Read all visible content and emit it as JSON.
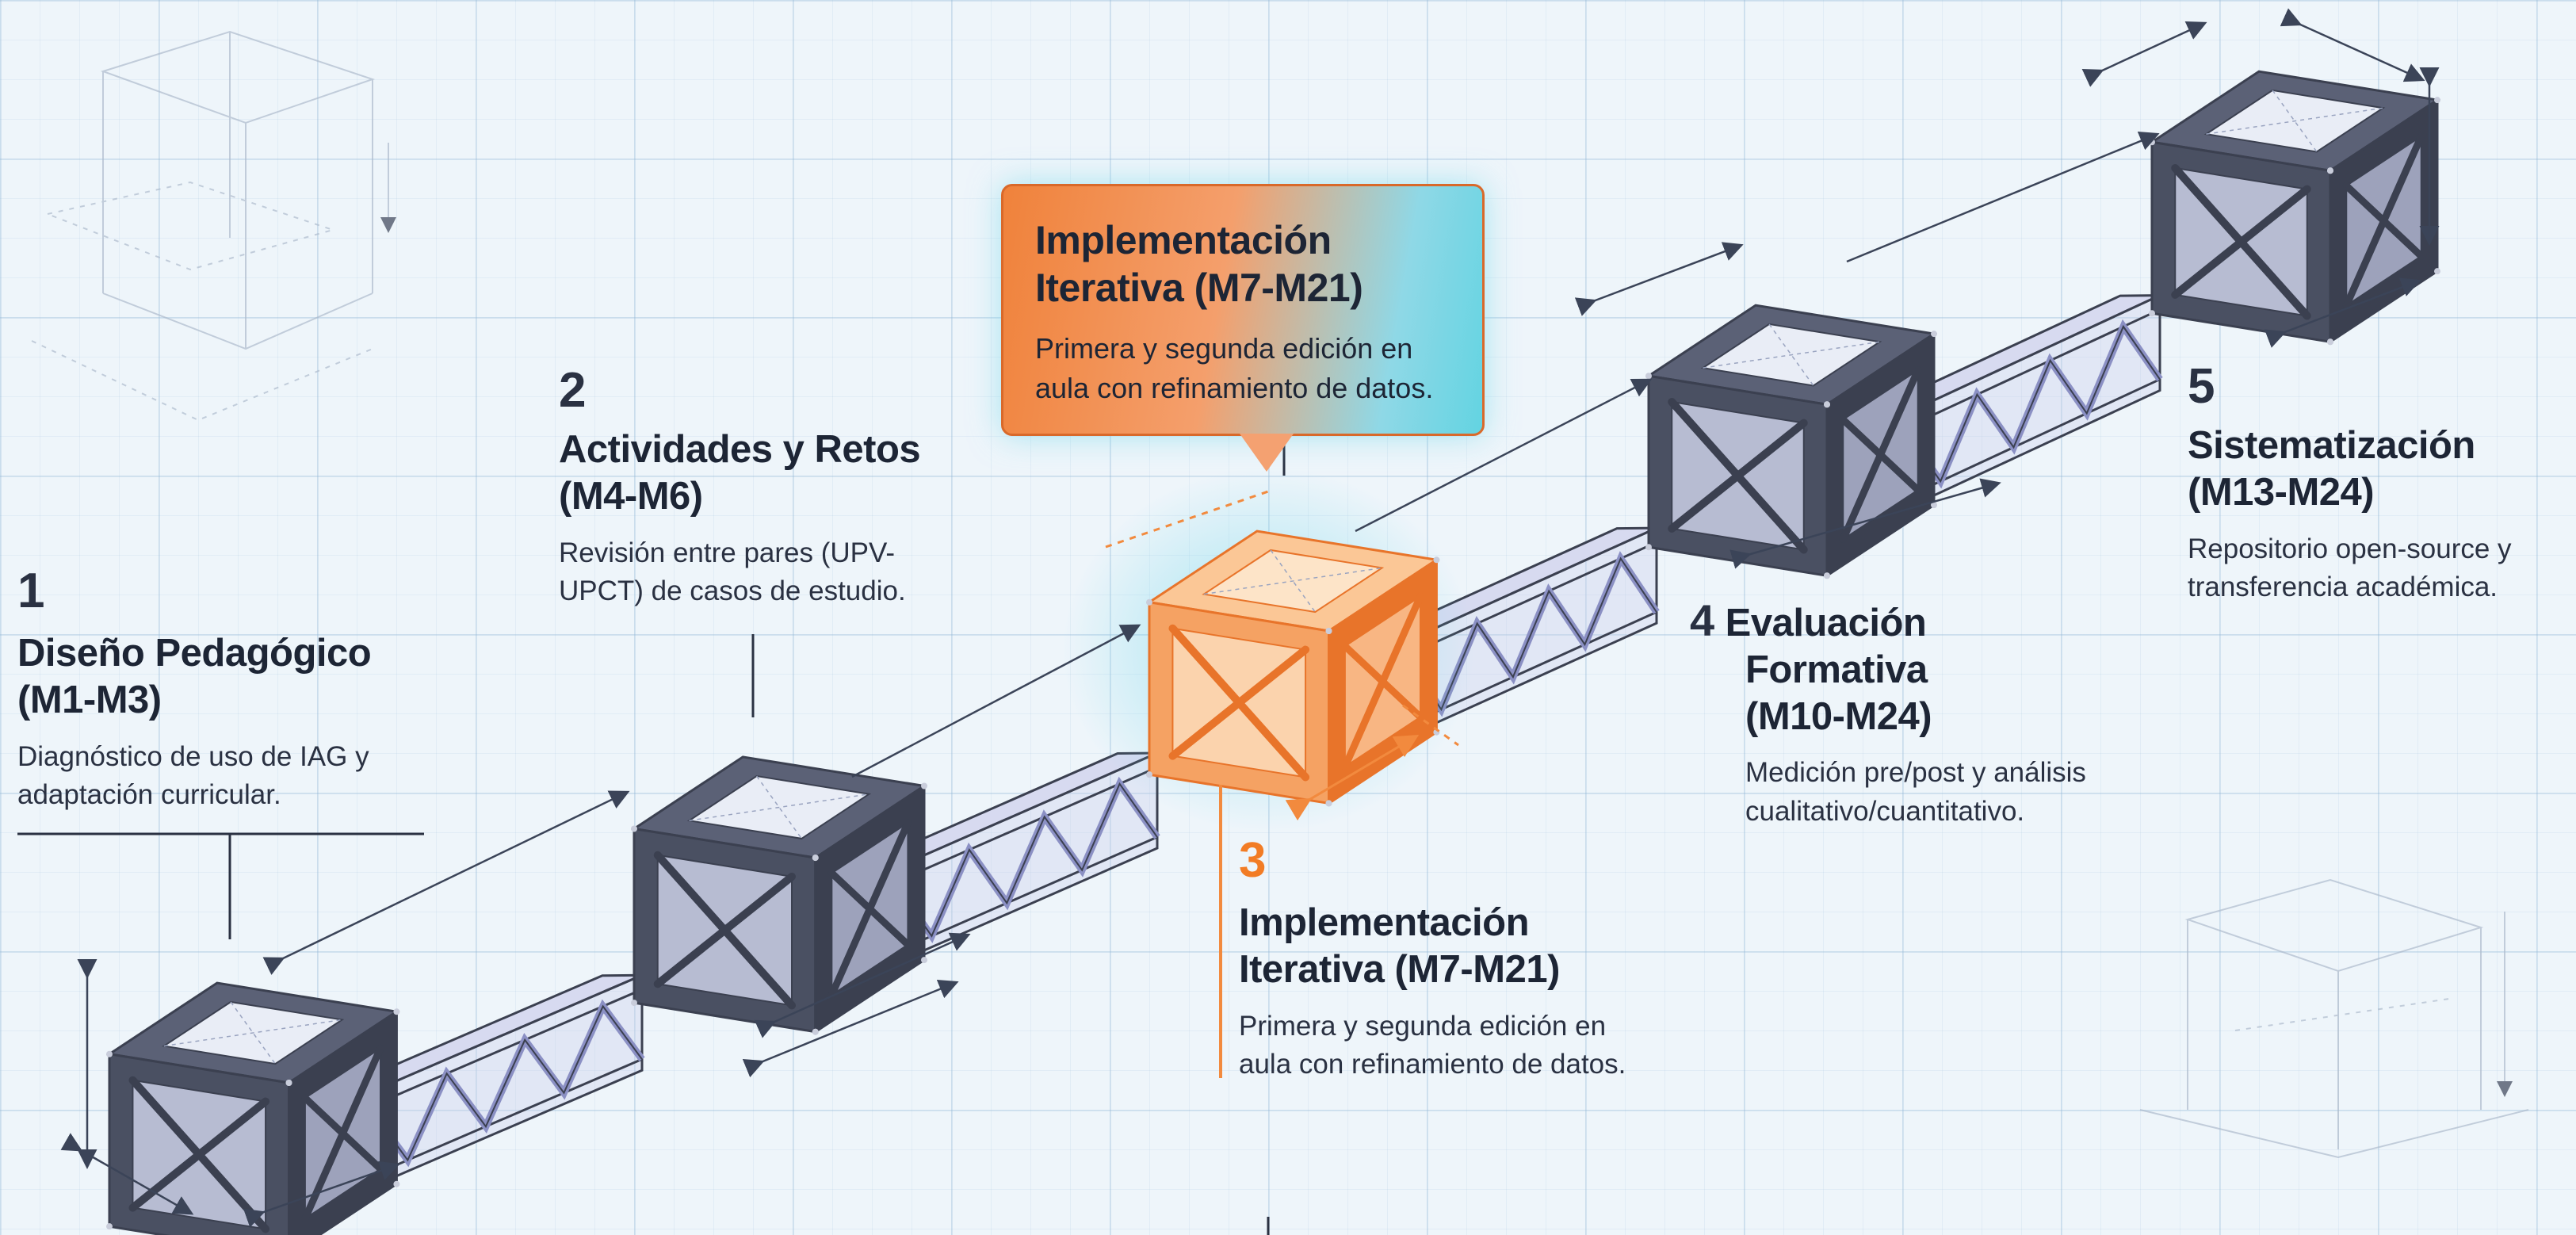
{
  "colors": {
    "background": "#eef5fa",
    "cube_dark": "#3b4050",
    "cube_highlight": "#f28a3e",
    "truss": "#b9bde2",
    "glow": "#6ed7eb",
    "text": "#1d2535"
  },
  "stages": [
    {
      "number": "1",
      "title_lines": [
        "Diseño Pedagógico",
        "(M1-M3)"
      ],
      "desc_lines": [
        "Diagnóstico de uso de IAG y",
        "adaptación curricular."
      ]
    },
    {
      "number": "2",
      "title_lines": [
        "Actividades y Retos",
        "(M4-M6)"
      ],
      "desc_lines": [
        "Revisión entre pares (UPV-",
        "UPCT) de casos de estudio."
      ]
    },
    {
      "number": "3",
      "title_lines": [
        "Implementación",
        "Iterativa (M7-M21)"
      ],
      "desc_lines": [
        "Primera y segunda edición en",
        "aula con refinamiento de datos."
      ]
    },
    {
      "number": "4",
      "title_lines": [
        "Evaluación",
        "Formativa",
        "(M10-M24)"
      ],
      "desc_lines": [
        "Medición pre/post y análisis",
        "cualitativo/cuantitativo."
      ]
    },
    {
      "number": "5",
      "title_lines": [
        "Sistematización",
        "(M13-M24)"
      ],
      "desc_lines": [
        "Repositorio open-source y",
        "transferencia académica."
      ]
    }
  ],
  "callout": {
    "title_lines": [
      "Implementación",
      "Iterativa (M7-M21)"
    ],
    "desc_lines": [
      "Primera y segunda edición en",
      "aula con refinamiento de datos."
    ]
  }
}
